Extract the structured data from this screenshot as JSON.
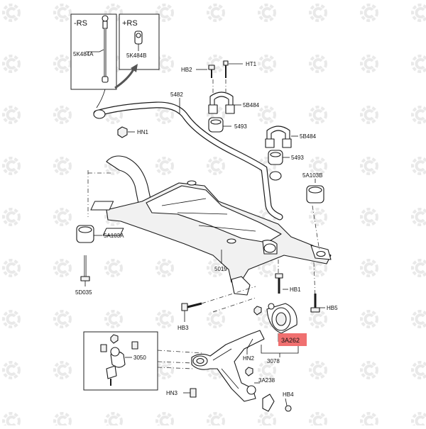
{
  "watermark_icon": "gear-logo-icon",
  "inset_labels": {
    "minus_rs": "-RS",
    "plus_rs": "+RS",
    "link_minus": "5K484A",
    "link_plus": "5K484B"
  },
  "callouts": {
    "ht1": "HT1",
    "hb2": "HB2",
    "p5482": "5482",
    "p5b484_a": "5B484",
    "p5493_a": "5493",
    "p5b484_b": "5B484",
    "p5493_b": "5493",
    "hn1": "HN1",
    "p5a103b": "5A103B",
    "p5a103a": "5A103A",
    "p5019": "5019",
    "p5d035": "5D035",
    "hb1": "HB1",
    "hb5": "HB5",
    "hb3": "HB3",
    "p3a262": "3A262",
    "hn2": "HN2",
    "p3078": "3078",
    "p3050": "3050",
    "p3a238": "3A238",
    "hn3": "HN3",
    "hb4": "HB4"
  },
  "colors": {
    "highlight": "#f07070",
    "watermark": "#e9e9e9",
    "line": "#1a1a1a"
  }
}
